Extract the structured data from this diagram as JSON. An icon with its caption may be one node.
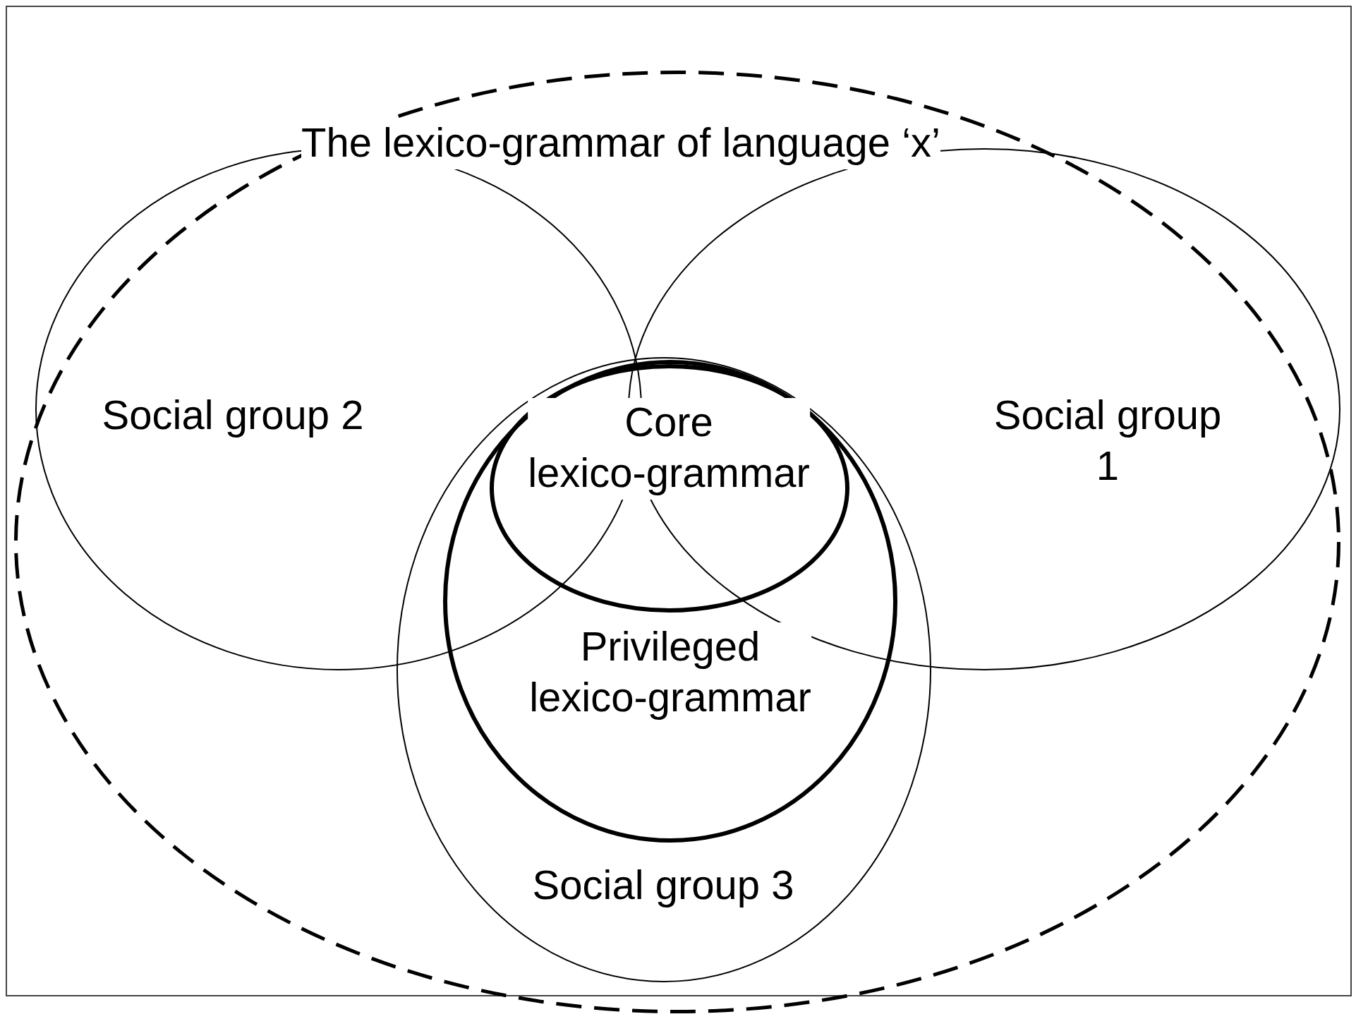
{
  "diagram": {
    "nodes": [
      {
        "text": [
          "The lexico-grammar of language ‘x’"
        ]
      },
      {
        "text": [
          "Social group 2"
        ],
        "in": 0
      },
      {
        "text": [
          "Social group 1"
        ],
        "in": 0
      },
      {
        "text": [
          "Social group 3"
        ],
        "in": 0
      },
      {
        "text": [
          "Privileged lexico-grammar"
        ],
        "in": 3
      },
      {
        "text": [
          "Core lexico-grammar"
        ],
        "in": 4
      }
    ],
    "edges": []
  }
}
